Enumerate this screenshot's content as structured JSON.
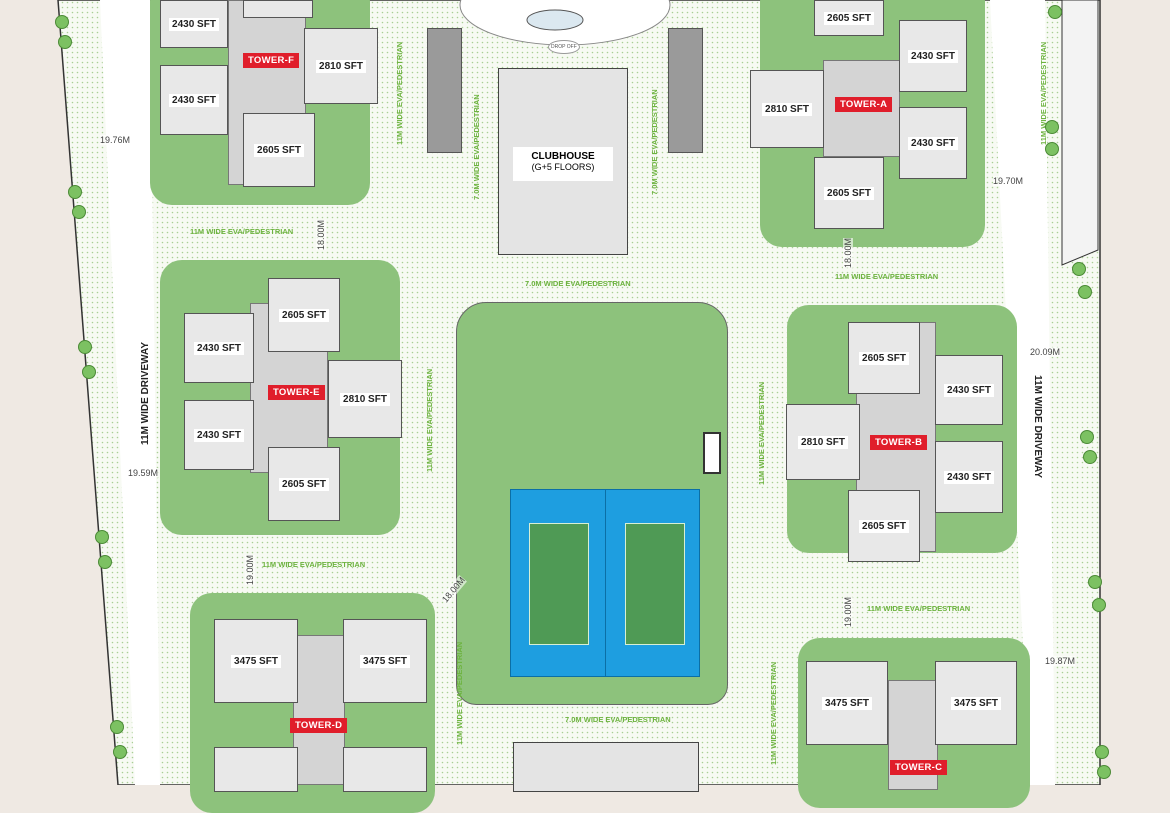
{
  "towers": {
    "f": {
      "label": "TOWER-F",
      "units": [
        "2430 SFT",
        "2430 SFT",
        "2810 SFT",
        "2605 SFT"
      ]
    },
    "a": {
      "label": "TOWER-A",
      "units": [
        "2605 SFT",
        "2430 SFT",
        "2810 SFT",
        "2430 SFT",
        "2605 SFT"
      ]
    },
    "e": {
      "label": "TOWER-E",
      "units": [
        "2605 SFT",
        "2430 SFT",
        "2810 SFT",
        "2430 SFT",
        "2605 SFT"
      ]
    },
    "b": {
      "label": "TOWER-B",
      "units": [
        "2605 SFT",
        "2430 SFT",
        "2810 SFT",
        "2430 SFT",
        "2605 SFT"
      ]
    },
    "d": {
      "label": "TOWER-D",
      "units": [
        "3475 SFT",
        "3475 SFT"
      ]
    },
    "c": {
      "label": "TOWER-C",
      "units": [
        "3475 SFT",
        "3475 SFT"
      ]
    }
  },
  "clubhouse": {
    "title": "CLUBHOUSE",
    "subtitle": "(G+5 FLOORS)",
    "drop_off": "DROP OFF"
  },
  "roads": {
    "eva11": "11M WIDE EVA/PEDESTRIAN",
    "eva7": "7.0M WIDE EVA/PEDESTRIAN",
    "driveway": "11M WIDE DRIVEWAY"
  },
  "dimensions": [
    "19.76M",
    "18.00M",
    "19.70M",
    "18.00M",
    "20.09M",
    "19.59M",
    "19.00M",
    "18.00M",
    "19.00M",
    "19.87M"
  ],
  "colors": {
    "green": "#8dc27c",
    "court": "#1e9ee0",
    "tower_label": "#e01e2b",
    "eva_text": "#6db33f"
  }
}
